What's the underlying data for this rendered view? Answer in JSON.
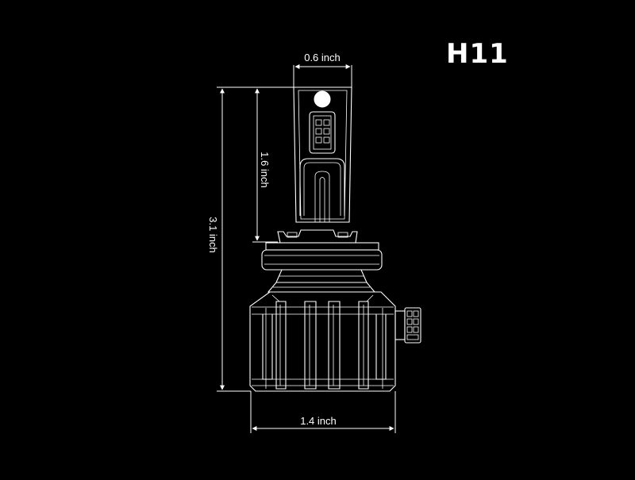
{
  "title": "H11",
  "dimensions": {
    "top_width": "0.6 inch",
    "led_height": "1.6 inch",
    "total_height": "3.1 inch",
    "base_width": "1.4 inch"
  },
  "colors": {
    "background": "#000000",
    "line": "#ffffff"
  }
}
